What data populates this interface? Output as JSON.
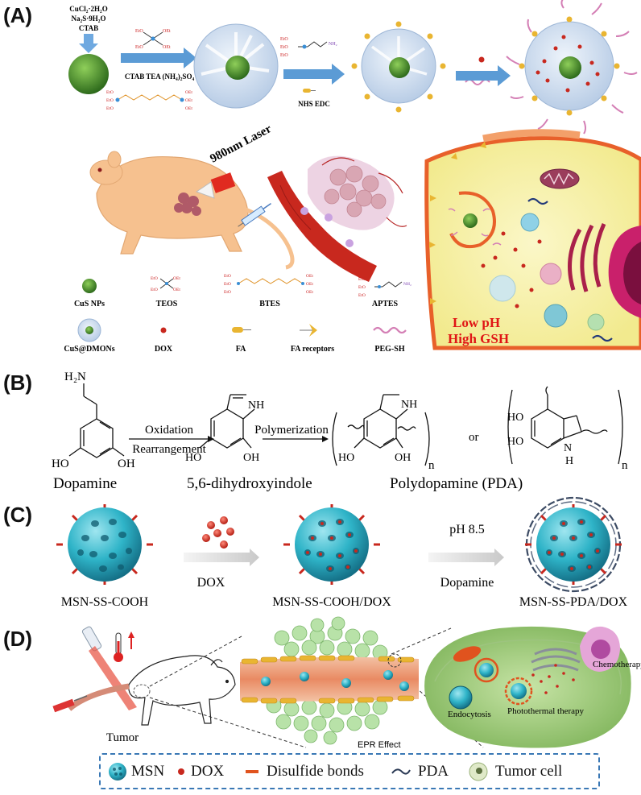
{
  "panels": {
    "a": "(A)",
    "b": "(B)",
    "c": "(C)",
    "d": "(D)"
  },
  "panel_a": {
    "reagents": [
      "CuCl₂·2H₂O",
      "Na₂S·9H₂O",
      "CTAB"
    ],
    "step1_label_top": "CTAB  TEA  (NH₄)₂SO₄",
    "step2_label": "NHS  EDC",
    "laser_label": "980nm Laser",
    "env_label_1": "Low pH",
    "env_label_2": "High GSH",
    "legend": [
      {
        "label": "CuS NPs"
      },
      {
        "label": "TEOS"
      },
      {
        "label": "BTES"
      },
      {
        "label": "APTES"
      },
      {
        "label": "CuS@DMONs"
      },
      {
        "label": "DOX"
      },
      {
        "label": "FA"
      },
      {
        "label": "FA receptors"
      },
      {
        "label": "PEG-SH"
      }
    ]
  },
  "panel_b": {
    "dopamine_label": "Dopamine",
    "step1_top": "Oxidation",
    "step1_bottom": "Rearrangement",
    "intermediate_label": "5,6-dihydroxyindole",
    "step2_top": "Polymerization",
    "or_text": "or",
    "n_text": "n",
    "product_label": "Polydopamine (PDA)",
    "atoms": {
      "nh2": "H₂N",
      "nh": "NH",
      "oh": "OH",
      "ho": "HO",
      "h": "H",
      "n": "N"
    }
  },
  "panel_c": {
    "sphere1_label": "MSN-SS-COOH",
    "sphere2_label": "MSN-SS-COOH/DOX",
    "sphere3_label": "MSN-SS-PDA/DOX",
    "arrow1_label": "DOX",
    "arrow2_top": "pH 8.5",
    "arrow2_bottom": "Dopamine"
  },
  "panel_d": {
    "tumor_label": "Tumor",
    "epr_label": "EPR Effect",
    "chemo_label": "Chemotherapy",
    "endocytosis_label": "Endocytosis",
    "ptt_label": "Photothermal therapy",
    "legend": [
      {
        "label": "MSN"
      },
      {
        "label": "DOX"
      },
      {
        "label": "Disulfide bonds"
      },
      {
        "label": "PDA"
      },
      {
        "label": "Tumor cell"
      }
    ]
  },
  "colors": {
    "msn_cyan": "#2fb4c8",
    "dox_red": "#c8281e",
    "cus_green": "#4f8f2e",
    "membrane_orange": "#e8602a",
    "peg_pink": "#d47fb5",
    "legend_border": "#3a78b5"
  }
}
